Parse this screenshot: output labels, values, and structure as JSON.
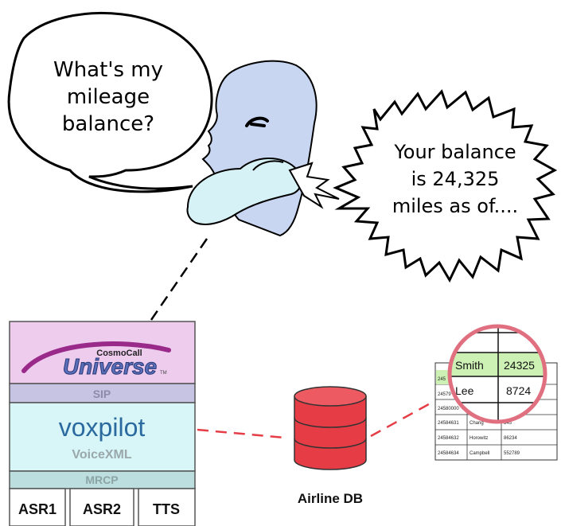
{
  "speech_left": {
    "lines": [
      "What's my",
      "mileage",
      "balance?"
    ]
  },
  "speech_right": {
    "lines": [
      "Your balance",
      "is 24,325",
      "miles as of...."
    ]
  },
  "stack": {
    "logo_small": "CosmoCall",
    "logo_big": "Universe",
    "logo_tm": "TM",
    "sip": "SIP",
    "voxpilot": "voxpilot",
    "voicexml": "VoiceXML",
    "mrcp": "MRCP",
    "engines": [
      "ASR1",
      "ASR2",
      "TTS"
    ]
  },
  "database": {
    "label": "Airline DB"
  },
  "records": {
    "zoom_rows": [
      {
        "name": "Smith",
        "miles": "24325"
      },
      {
        "name": "Lee",
        "miles": "8724"
      }
    ],
    "rows": [
      {
        "id": "245",
        "name": "",
        "miles": ""
      },
      {
        "id": "24579",
        "name": "",
        "miles": ""
      },
      {
        "id": "24580000",
        "name": "",
        "miles": ""
      },
      {
        "id": "24584631",
        "name": "Chang",
        "miles": "345"
      },
      {
        "id": "24584632",
        "name": "Horowitz",
        "miles": "86234"
      },
      {
        "id": "24584634",
        "name": "Campbell",
        "miles": "552789"
      }
    ]
  },
  "colors": {
    "head_fill": "#c8d6f2",
    "hand_fill": "#d6f2f6",
    "logo_panel": "#eeccee",
    "sip_bar": "#c6c3e3",
    "voxpilot_panel": "#d8f5f8",
    "mrcp_bar": "#bcdede",
    "db_red": "#e63c46",
    "link_red": "#e53e46",
    "zoom_ring": "#e07080",
    "highlight_green": "#cdf0b4"
  }
}
